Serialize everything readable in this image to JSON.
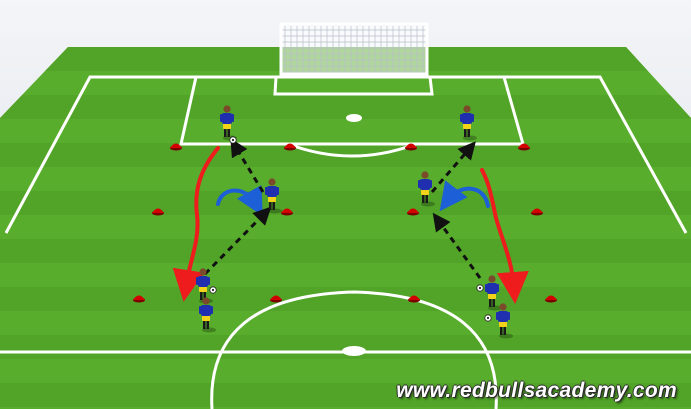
{
  "diagram": {
    "type": "soccer-training-drill",
    "pitch_colors": {
      "stripe_light": "#5fb531",
      "stripe_dark": "#4d9c25",
      "lines": "#ffffff"
    },
    "player_colors": {
      "shirt": "#1f2fb0",
      "shorts": "#f2d31a"
    },
    "cone_color": "#d40000",
    "run_arrow_color": "#ee1c1c",
    "curve_arrow_color": "#1d5fd6",
    "pass_arrow_color": "#111111",
    "player_count": 8,
    "cone_count": 12,
    "ball_count": 4
  },
  "watermark": {
    "text": "www.redbullsacademy.com"
  }
}
